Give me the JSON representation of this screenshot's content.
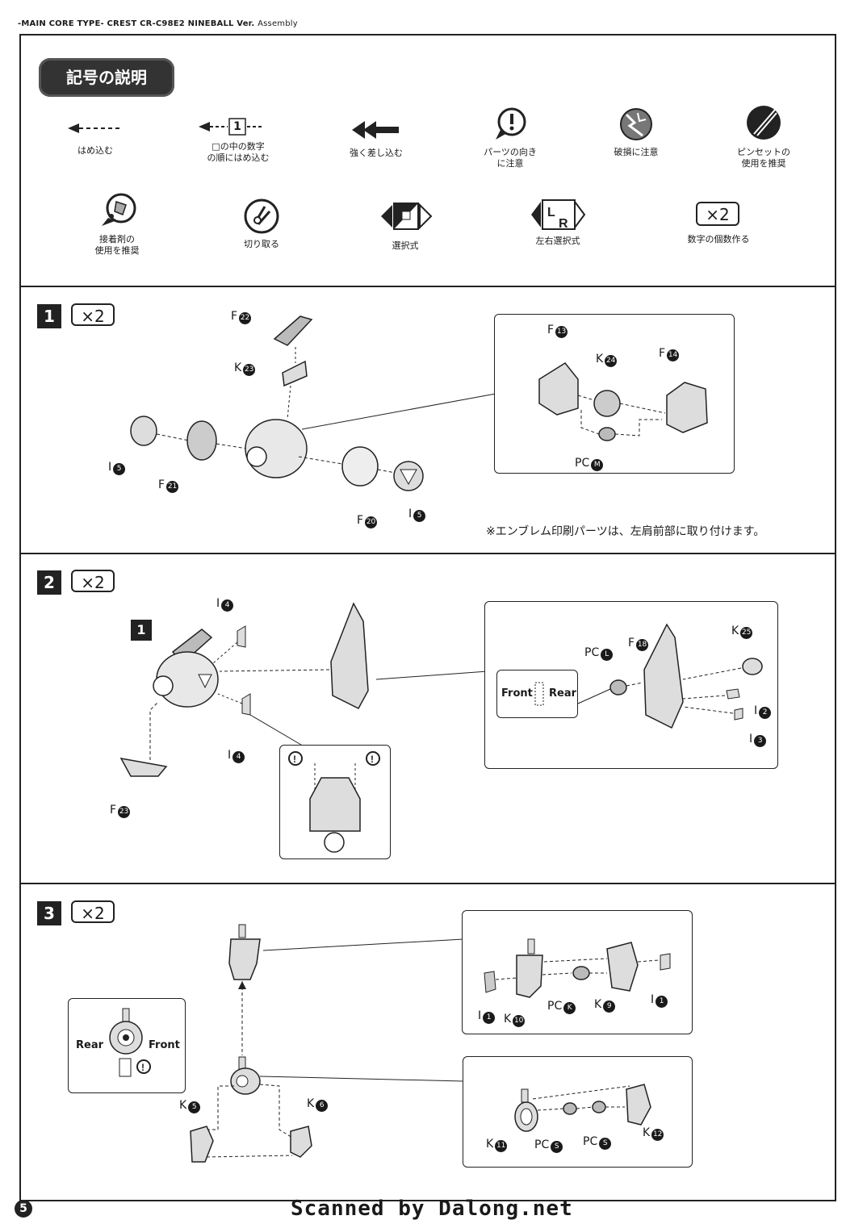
{
  "header": {
    "title": "-MAIN CORE TYPE- CREST  CR-C98E2",
    "model": "NINEBALL Ver.",
    "section": "Assembly"
  },
  "legend": {
    "title": "記号の説明",
    "symbols": [
      {
        "icon": "dashed-arrow-icon",
        "label": "はめ込む"
      },
      {
        "icon": "numbered-arrow-icon",
        "label": "□の中の数字\nの順にはめ込む",
        "number": "1"
      },
      {
        "icon": "double-arrow-icon",
        "label": "強く差し込む"
      },
      {
        "icon": "caution-icon",
        "label": "パーツの向き\nに注意"
      },
      {
        "icon": "breakage-icon",
        "label": "破損に注意"
      },
      {
        "icon": "tweezers-icon",
        "label": "ピンセットの\n使用を推奨"
      },
      {
        "icon": "glue-icon",
        "label": "接着剤の\n使用を推奨"
      },
      {
        "icon": "cut-icon",
        "label": "切り取る"
      },
      {
        "icon": "selection-icon",
        "label": "選択式"
      },
      {
        "icon": "left-right-icon",
        "label": "左右選択式"
      },
      {
        "icon": "multiply-icon",
        "label": "数字の個数作る",
        "badge": "×2"
      }
    ]
  },
  "steps": [
    {
      "number": "1",
      "qty": "×2",
      "labels": [
        {
          "part": "F",
          "num": "22"
        },
        {
          "part": "K",
          "num": "23"
        },
        {
          "part": "I",
          "num": "5"
        },
        {
          "part": "F",
          "num": "21"
        },
        {
          "part": "F",
          "num": "20"
        },
        {
          "part": "I",
          "num": "5"
        },
        {
          "part": "F",
          "num": "13"
        },
        {
          "part": "K",
          "num": "24"
        },
        {
          "part": "F",
          "num": "14"
        },
        {
          "part": "PC",
          "num": "M"
        }
      ],
      "note": "※エンブレム印刷パーツは、左肩前部に取り付けます。"
    },
    {
      "number": "2",
      "qty": "×2",
      "ref_step": "1",
      "labels": [
        {
          "part": "I",
          "num": "4"
        },
        {
          "part": "I",
          "num": "4"
        },
        {
          "part": "F",
          "num": "23"
        },
        {
          "part": "PC",
          "num": "L"
        },
        {
          "part": "F",
          "num": "18"
        },
        {
          "part": "K",
          "num": "25"
        },
        {
          "part": "I",
          "num": "2"
        },
        {
          "part": "I",
          "num": "3"
        }
      ],
      "front": "Front",
      "rear": "Rear"
    },
    {
      "number": "3",
      "qty": "×2",
      "labels": [
        {
          "part": "I",
          "num": "1"
        },
        {
          "part": "K",
          "num": "10"
        },
        {
          "part": "PC",
          "num": "K"
        },
        {
          "part": "K",
          "num": "9"
        },
        {
          "part": "I",
          "num": "1"
        },
        {
          "part": "K",
          "num": "5"
        },
        {
          "part": "K",
          "num": "6"
        },
        {
          "part": "K",
          "num": "11"
        },
        {
          "part": "PC",
          "num": "S"
        },
        {
          "part": "PC",
          "num": "S"
        },
        {
          "part": "K",
          "num": "12"
        }
      ],
      "rear": "Rear",
      "front": "Front"
    }
  ],
  "footer": {
    "page": "5",
    "watermark": "Scanned by Dalong.net"
  }
}
